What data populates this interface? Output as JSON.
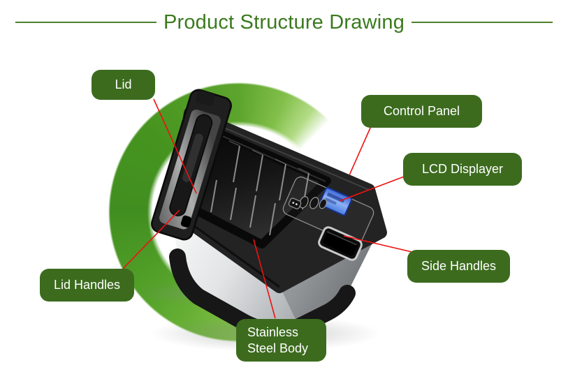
{
  "title": "Product Structure Drawing",
  "callouts": [
    {
      "id": "lid",
      "label": "Lid"
    },
    {
      "id": "control-panel",
      "label": "Control Panel"
    },
    {
      "id": "lcd-displayer",
      "label": "LCD Displayer"
    },
    {
      "id": "side-handles",
      "label": "Side Handles"
    },
    {
      "id": "lid-handles",
      "label": "Lid Handles"
    },
    {
      "id": "stainless-steel-body",
      "label": "Stainless Steel Body"
    }
  ],
  "colors": {
    "title_green": "#3a7a1e",
    "label_background": "#3c6b1e",
    "label_text": "#ffffff",
    "callout_line_red": "#ee1111",
    "ring_dark_green": "#418e20",
    "ring_mid_green": "#7fc043",
    "ring_light_green": "#b4dc87",
    "lcd_blue": "#4a7de0",
    "body_stainless": "#c9ccce",
    "product_black": "#232323"
  }
}
